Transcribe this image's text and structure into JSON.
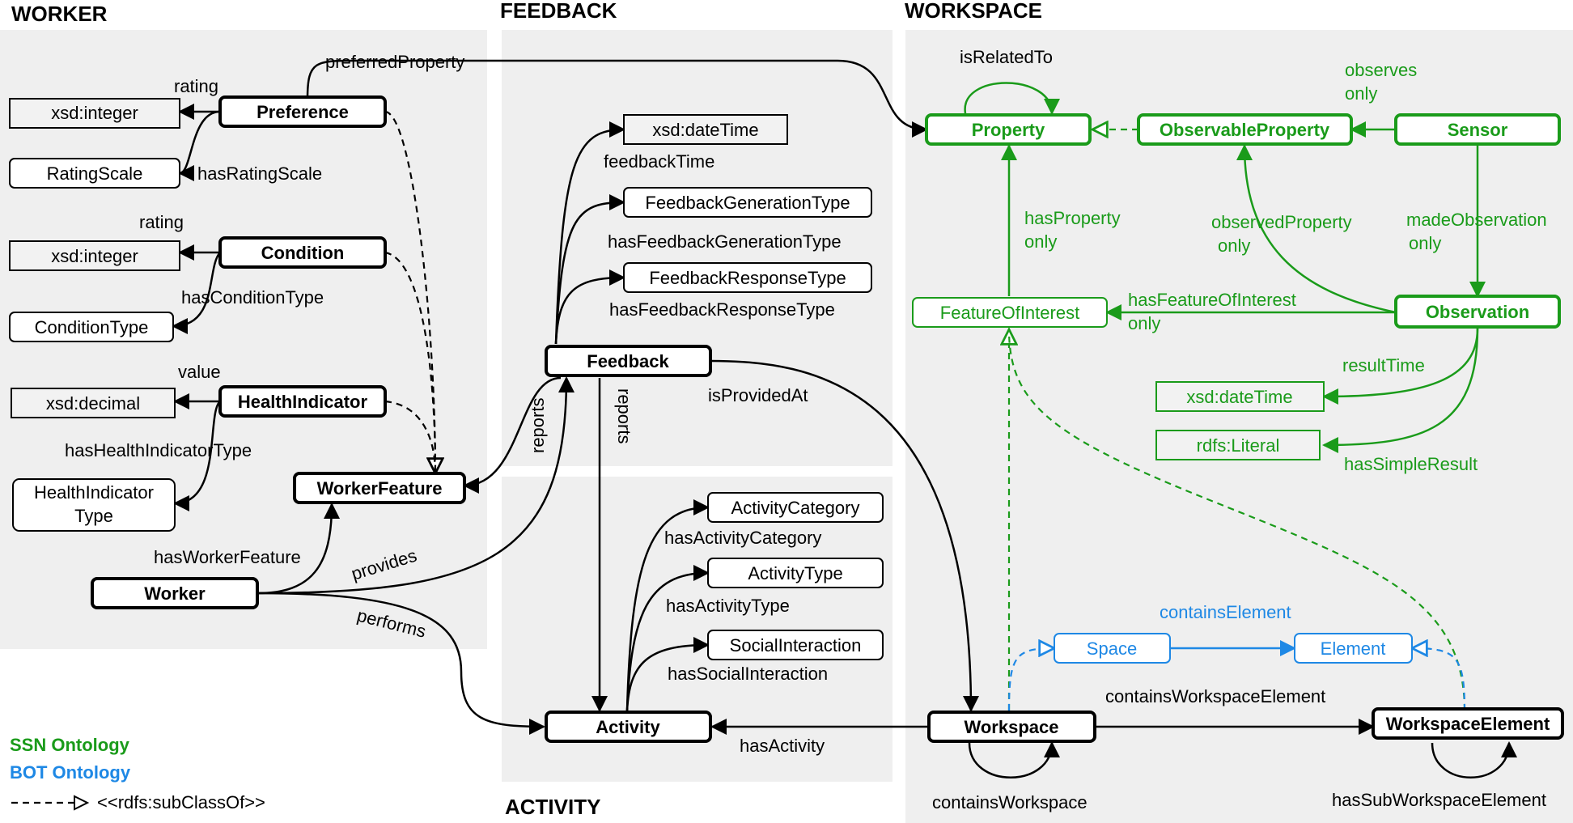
{
  "sections": {
    "worker": "WORKER",
    "feedback": "FEEDBACK",
    "workspace": "WORKSPACE",
    "activity": "ACTIVITY"
  },
  "colors": {
    "black": "#000000",
    "ssn": "#1a9b1a",
    "bot": "#1e88e5",
    "panel": "#efefef"
  },
  "nodes": {
    "xsd_integer_1": "xsd:integer",
    "preference": "Preference",
    "rating_scale": "RatingScale",
    "xsd_integer_2": "xsd:integer",
    "condition": "Condition",
    "condition_type": "ConditionType",
    "xsd_decimal": "xsd:decimal",
    "health_indicator": "HealthIndicator",
    "health_indicator_type_1": "HealthIndicator",
    "health_indicator_type_2": "Type",
    "worker_feature": "WorkerFeature",
    "worker": "Worker",
    "xsd_datetime_fb": "xsd:dateTime",
    "feedback_generation_type": "FeedbackGenerationType",
    "feedback_response_type": "FeedbackResponseType",
    "feedback": "Feedback",
    "activity_category": "ActivityCategory",
    "activity_type": "ActivityType",
    "social_interaction": "SocialInteraction",
    "activity": "Activity",
    "property": "Property",
    "observable_property": "ObservableProperty",
    "sensor": "Sensor",
    "feature_of_interest": "FeatureOfInterest",
    "observation": "Observation",
    "xsd_datetime_ws": "xsd:dateTime",
    "rdfs_literal": "rdfs:Literal",
    "space": "Space",
    "element": "Element",
    "workspace": "Workspace",
    "workspace_element": "WorkspaceElement"
  },
  "edges": {
    "rating_1": "rating",
    "preferred_property": "preferredProperty",
    "has_rating_scale": "hasRatingScale",
    "rating_2": "rating",
    "has_condition_type": "hasConditionType",
    "value": "value",
    "has_health_indicator_type": "hasHealthIndicatorType",
    "has_worker_feature": "hasWorkerFeature",
    "provides": "provides",
    "performs": "performs",
    "feedback_time": "feedbackTime",
    "has_feedback_generation_type": "hasFeedbackGenerationType",
    "has_feedback_response_type": "hasFeedbackResponseType",
    "reports_1": "reports",
    "reports_2": "reports",
    "is_provided_at": "isProvidedAt",
    "has_activity_category": "hasActivityCategory",
    "has_activity_type": "hasActivityType",
    "has_social_interaction": "hasSocialInteraction",
    "has_activity": "hasActivity",
    "is_related_to": "isRelatedTo",
    "observes": "observes",
    "observes_only": "only",
    "has_property": "hasProperty",
    "has_property_only": "only",
    "observed_property": "observedProperty",
    "observed_property_only": "only",
    "made_observation": "madeObservation",
    "made_observation_only": "only",
    "has_feature_of_interest": "hasFeatureOfInterest",
    "has_feature_of_interest_only": "only",
    "result_time": "resultTime",
    "has_simple_result": "hasSimpleResult",
    "contains_element": "containsElement",
    "contains_workspace_element": "containsWorkspaceElement",
    "contains_workspace": "containsWorkspace",
    "has_sub_workspace_element": "hasSubWorkspaceElement"
  },
  "legend": {
    "ssn": "SSN Ontology",
    "bot": "BOT Ontology",
    "subclass": "<<rdfs:subClassOf>>"
  }
}
